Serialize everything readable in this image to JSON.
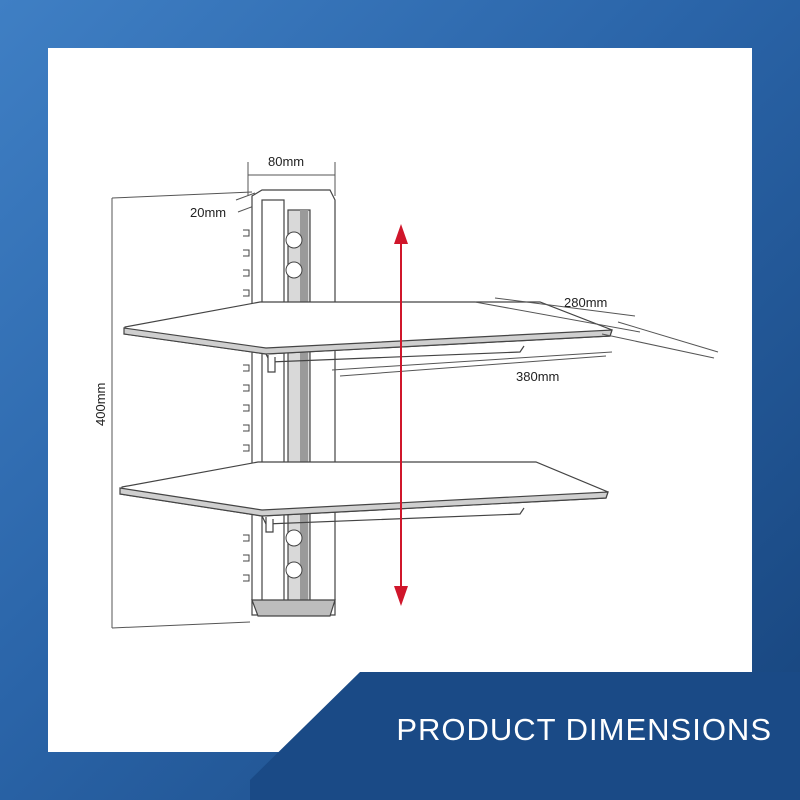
{
  "banner": {
    "title": "PRODUCT DIMENSIONS"
  },
  "dimensions": {
    "bracket_width": "80mm",
    "bracket_depth": "20mm",
    "shelf_depth": "280mm",
    "shelf_width": "380mm",
    "total_height": "400mm"
  },
  "colors": {
    "frame_blue": "#2a64a8",
    "banner_navy": "#1a4a86",
    "arrow_red": "#d0162b",
    "line_gray": "#555555"
  },
  "icons": {
    "height_arrow": "double-headed-vertical-arrow"
  }
}
